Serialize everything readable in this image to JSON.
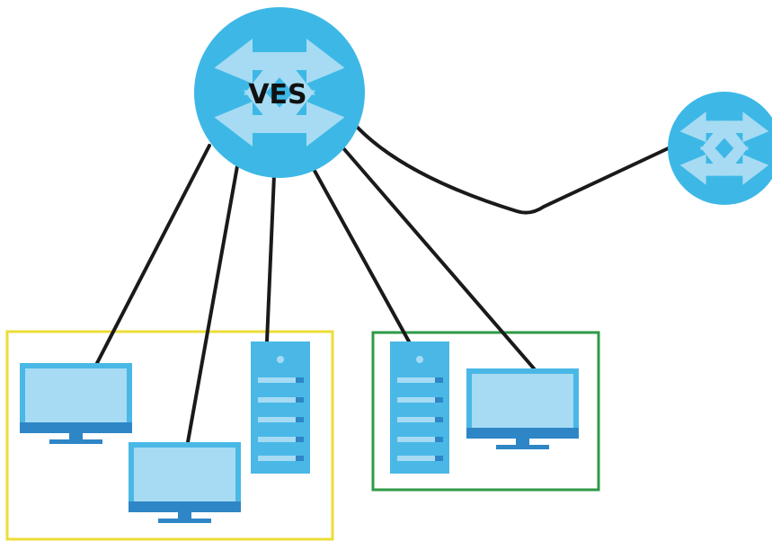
{
  "labels": {
    "main_switch": "VES"
  },
  "colors": {
    "switch_fill": "#3db8e6",
    "switch_arrow": "#a6dbf3",
    "device_fill": "#4ab8e6",
    "device_light": "#a6dbf3",
    "device_dark": "#2e86c6",
    "cable": "#1a1a1a",
    "group_yellow_border": "#ecdc3a",
    "group_green_border": "#2e9a46"
  },
  "icons": {
    "main_switch": "network-switch-icon",
    "remote_switch": "network-switch-icon",
    "monitor": "desktop-monitor-icon",
    "server": "server-tower-icon"
  },
  "groups": [
    {
      "name": "yellow-group",
      "members": [
        "monitor-left",
        "monitor-middle",
        "server-left"
      ]
    },
    {
      "name": "green-group",
      "members": [
        "server-right",
        "monitor-right"
      ]
    }
  ]
}
